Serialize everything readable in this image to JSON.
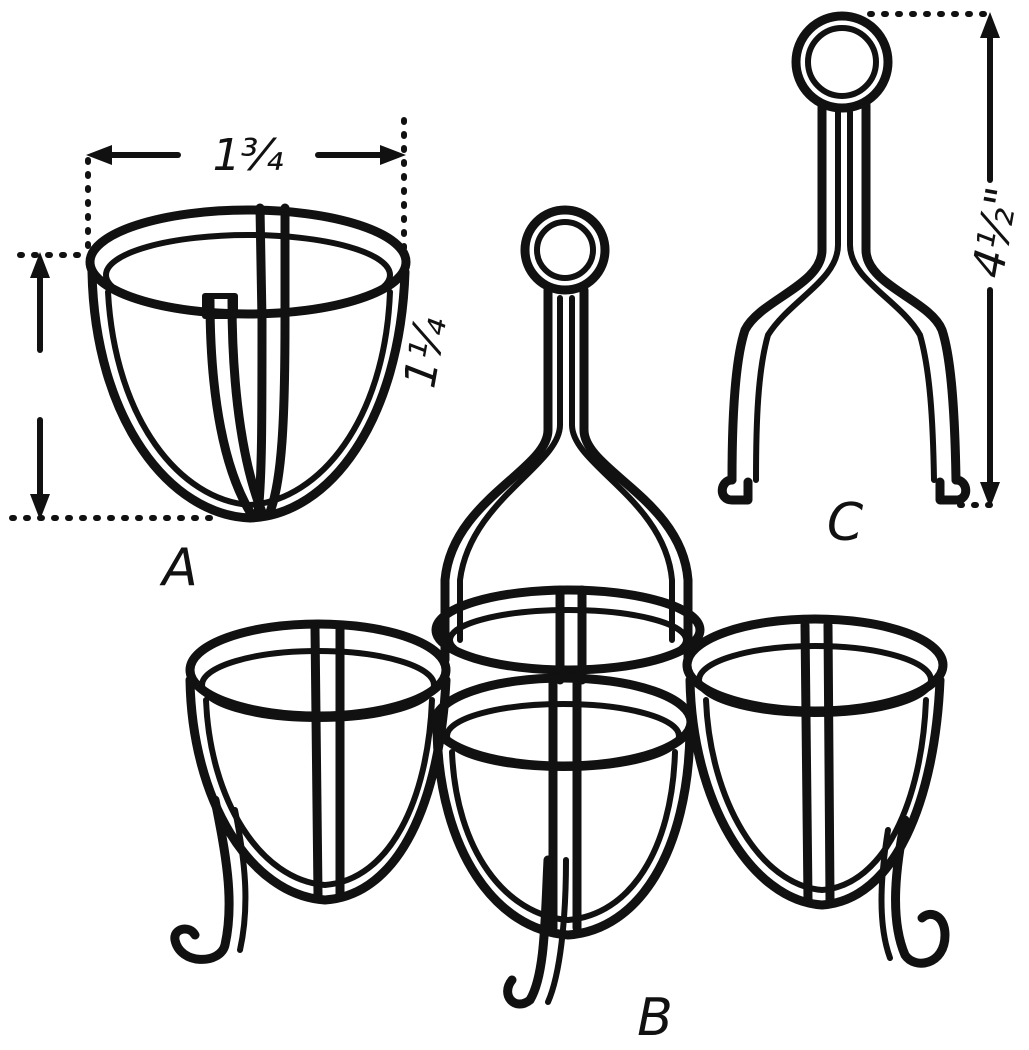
{
  "labels": {
    "a": "A",
    "b": "B",
    "c": "C"
  },
  "dimensions": {
    "cup_width": "1¾",
    "cup_height": "1¼",
    "handle_height": "4½\""
  }
}
